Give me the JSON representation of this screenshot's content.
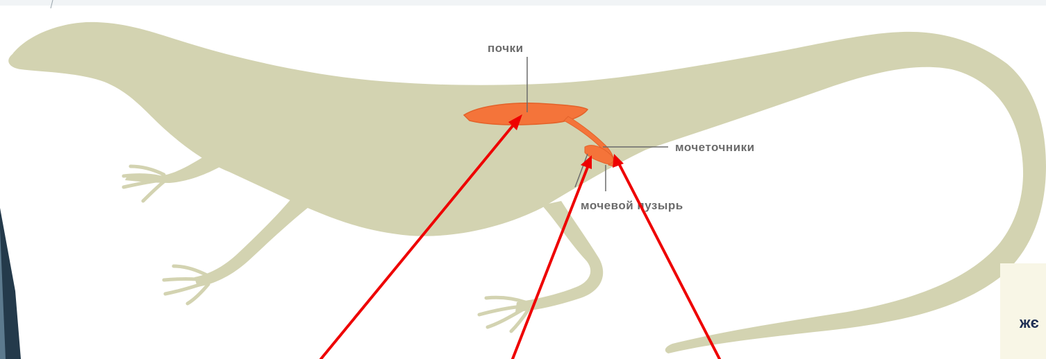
{
  "labels": {
    "kidneys": "почки",
    "ureters": "мочеточники",
    "bladder": "мочевой пузырь"
  },
  "side_card": {
    "text": "жє"
  },
  "colors": {
    "body": "#d3d3b1",
    "organ": "#f4743a",
    "organ_outline": "#e3622a",
    "arrow": "#ee0000",
    "leader_line": "#6b6b6b",
    "left_bar": "#243a4b",
    "side_card": "#f8f6e6"
  }
}
